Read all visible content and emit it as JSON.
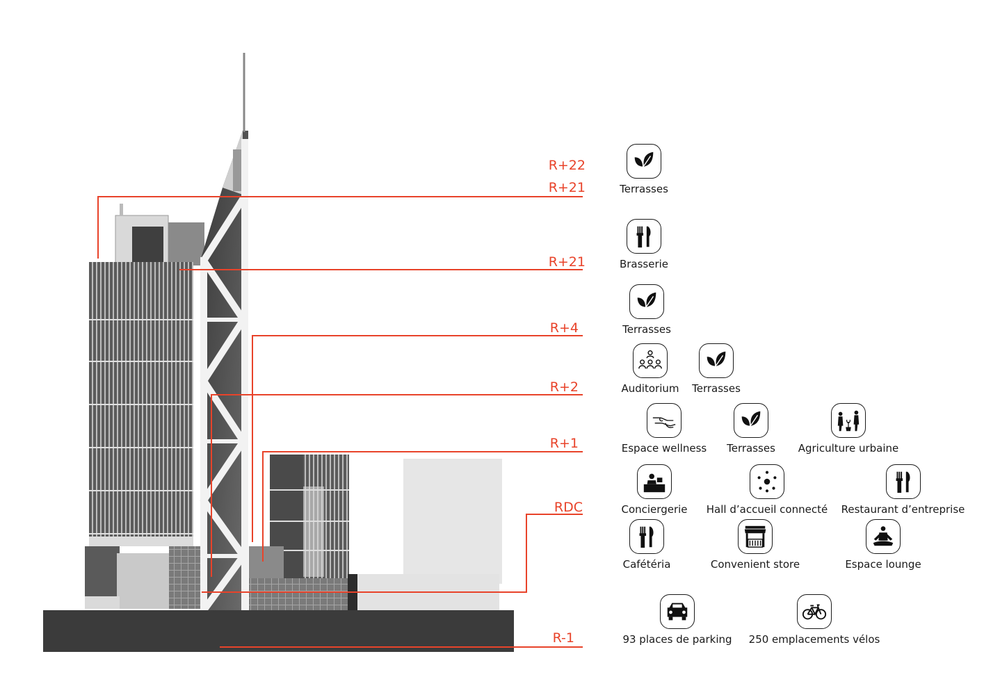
{
  "accent_color": "#e8432a",
  "levels": {
    "r22": "R+22",
    "r21_top": "R+21",
    "r21": "R+21",
    "r4": "R+4",
    "r2": "R+2",
    "r1": "R+1",
    "rdc": "RDC",
    "r_1": "R-1"
  },
  "amenities": {
    "terrasses_r22": {
      "label": "Terrasses",
      "icon": "leaves-icon"
    },
    "brasserie": {
      "label": "Brasserie",
      "icon": "fork-knife-icon"
    },
    "terrasses_r21": {
      "label": "Terrasses",
      "icon": "leaves-icon"
    },
    "auditorium": {
      "label": "Auditorium",
      "icon": "audience-icon"
    },
    "terrasses_r4": {
      "label": "Terrasses",
      "icon": "leaves-icon"
    },
    "wellness": {
      "label": "Espace wellness",
      "icon": "massage-hands-icon"
    },
    "terrasses_r2": {
      "label": "Terrasses",
      "icon": "leaves-icon"
    },
    "agriculture": {
      "label": "Agriculture urbaine",
      "icon": "gardening-icon"
    },
    "conciergerie": {
      "label": "Conciergerie",
      "icon": "reception-desk-icon"
    },
    "hall": {
      "label": "Hall d’accueil connecté",
      "icon": "network-dots-icon"
    },
    "restaurant": {
      "label": "Restaurant d’entreprise",
      "icon": "fork-knife-icon"
    },
    "cafeteria": {
      "label": "Cafétéria",
      "icon": "fork-knife-icon"
    },
    "store": {
      "label": "Convenient store",
      "icon": "shop-stall-icon"
    },
    "lounge": {
      "label": "Espace lounge",
      "icon": "meditation-icon"
    },
    "parking": {
      "label": "93 places de parking",
      "icon": "car-icon"
    },
    "velos": {
      "label": "250 emplacements vélos",
      "icon": "bicycle-icon"
    }
  }
}
